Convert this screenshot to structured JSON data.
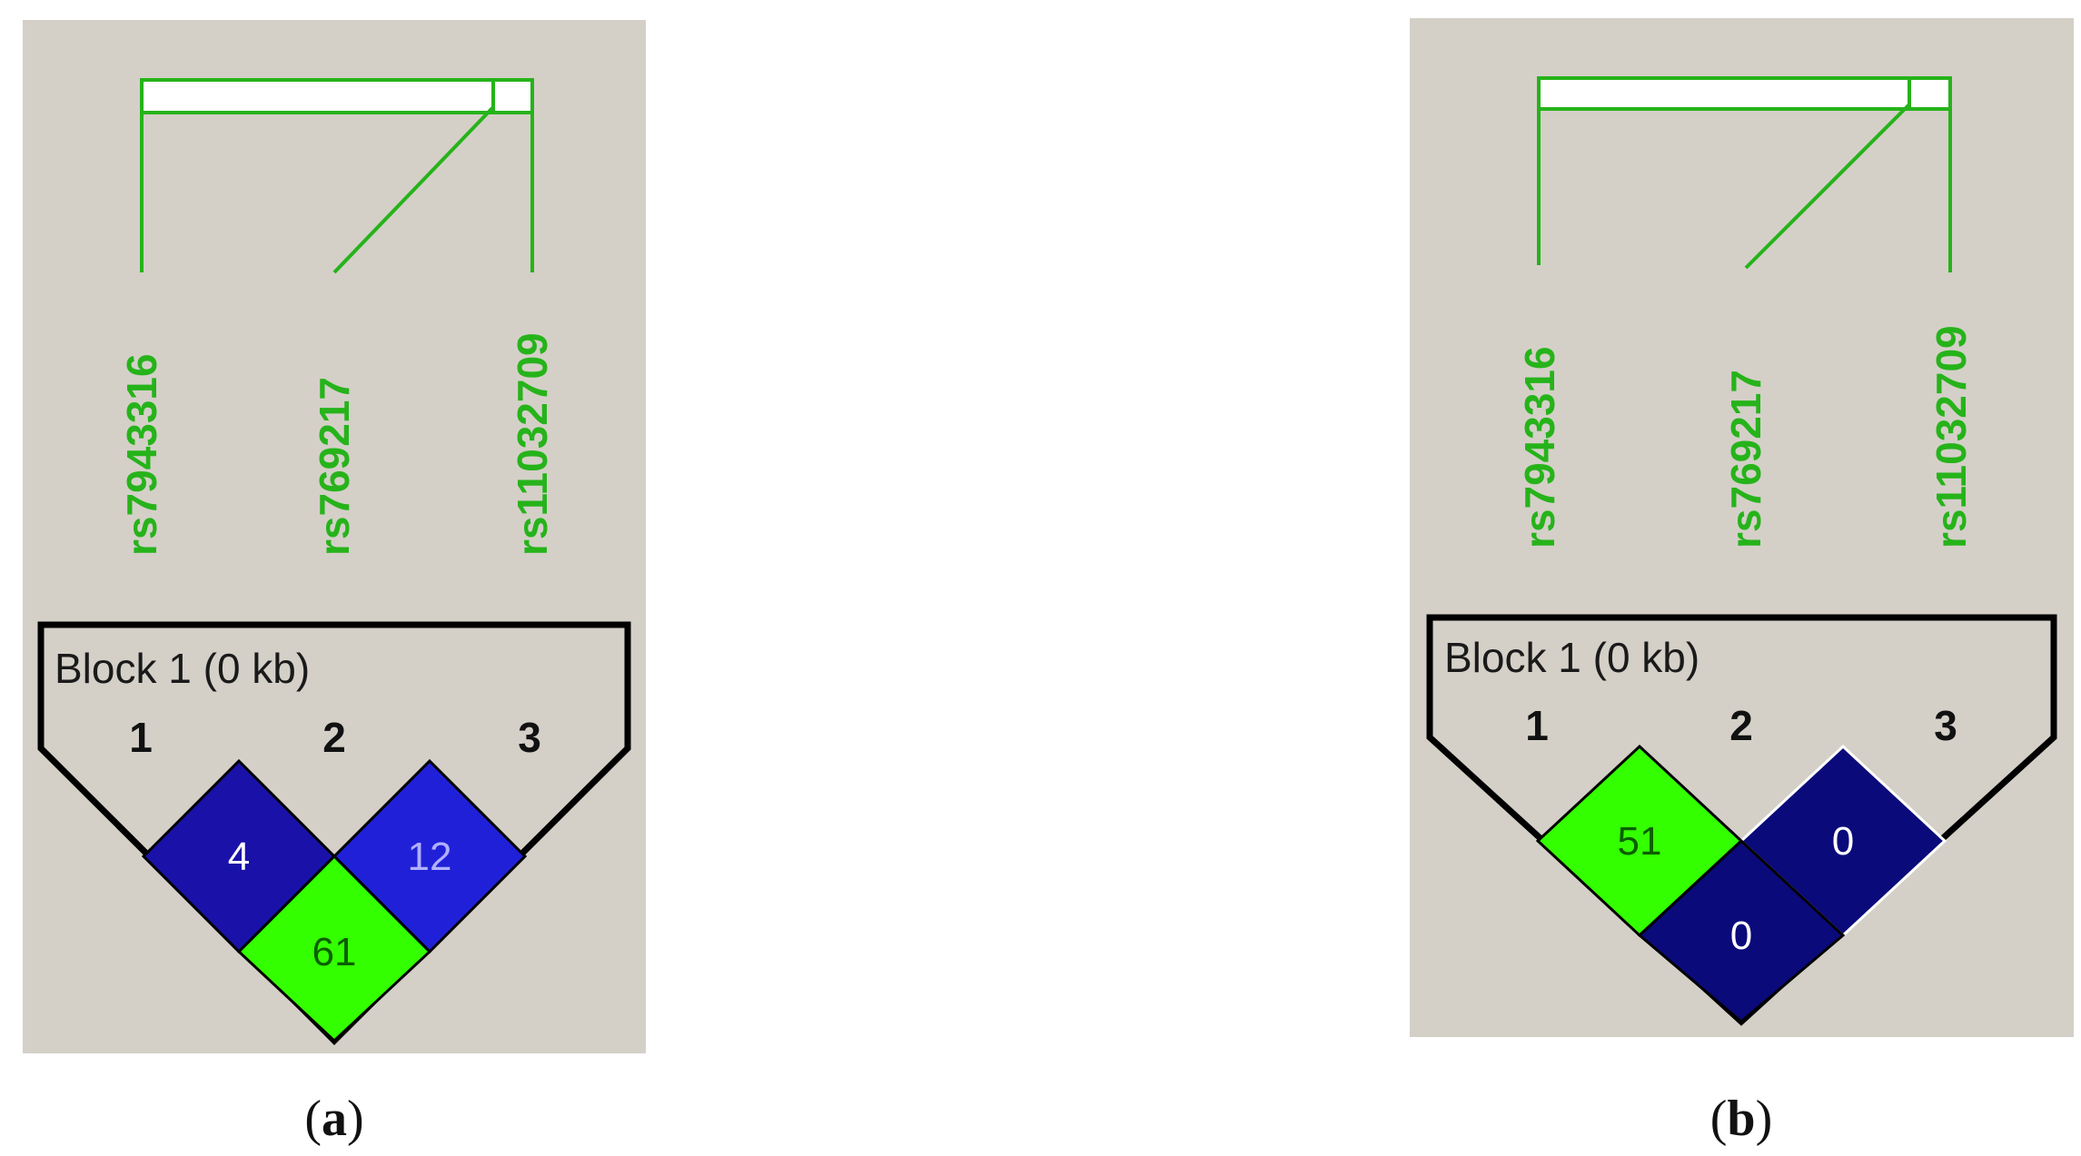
{
  "panels": [
    {
      "caption_open": "(",
      "caption_letter": "a",
      "caption_close": ")",
      "snps": [
        "rs7943316",
        "rs769217",
        "rs11032709"
      ],
      "block_label": "Block 1 (0 kb)",
      "indices": [
        "1",
        "2",
        "3"
      ],
      "cells": [
        {
          "pair": "1-2",
          "value": "4",
          "color": "#1a12a8",
          "text_color": "#ffffff"
        },
        {
          "pair": "2-3",
          "value": "12",
          "color": "#2020d8",
          "text_color": "#b0b0ff"
        },
        {
          "pair": "1-3",
          "value": "61",
          "color": "#33ff00",
          "text_color": "#0b5e00"
        }
      ]
    },
    {
      "caption_open": "(",
      "caption_letter": "b",
      "caption_close": ")",
      "snps": [
        "rs7943316",
        "rs769217",
        "rs11032709"
      ],
      "block_label": "Block 1 (0 kb)",
      "indices": [
        "1",
        "2",
        "3"
      ],
      "cells": [
        {
          "pair": "1-2",
          "value": "51",
          "color": "#33ff00",
          "text_color": "#0b5e00"
        },
        {
          "pair": "2-3",
          "value": "0",
          "color": "#0a0a7a",
          "text_color": "#ffffff"
        },
        {
          "pair": "1-3",
          "value": "0",
          "color": "#0a0a7a",
          "text_color": "#ffffff"
        }
      ]
    }
  ],
  "colors": {
    "panel_bg": "#d4d0c8",
    "snp_green": "#26b31a",
    "outline": "#000000"
  }
}
